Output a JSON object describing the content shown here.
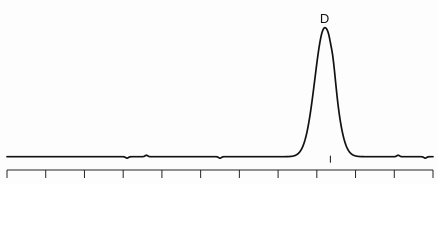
{
  "chart_data": {
    "type": "line",
    "title": "",
    "xlabel": "",
    "ylabel": "",
    "x_tick_count": 12,
    "xlim": [
      0,
      11
    ],
    "ylim": [
      0,
      1
    ],
    "grid": false,
    "legend": "none",
    "series": [
      {
        "color": "#111111",
        "baseline_value": 0.05,
        "peak": {
          "label": "D",
          "x": 8.2,
          "y": 0.93,
          "width": 0.25,
          "right_shoulder": {
            "x": 8.4,
            "y": 0.7
          },
          "tail_end_x": 8.9
        },
        "minor_noise": [
          {
            "x": 3.1,
            "dy": -0.01
          },
          {
            "x": 3.6,
            "dy": 0.01
          },
          {
            "x": 5.5,
            "dy": -0.01
          },
          {
            "x": 8.36,
            "dy": -0.02
          },
          {
            "x": 10.1,
            "dy": 0.01
          },
          {
            "x": 10.8,
            "dy": -0.01
          }
        ]
      }
    ],
    "annotations": [
      {
        "text": "D",
        "x": 8.2,
        "y": 0.93
      }
    ]
  }
}
